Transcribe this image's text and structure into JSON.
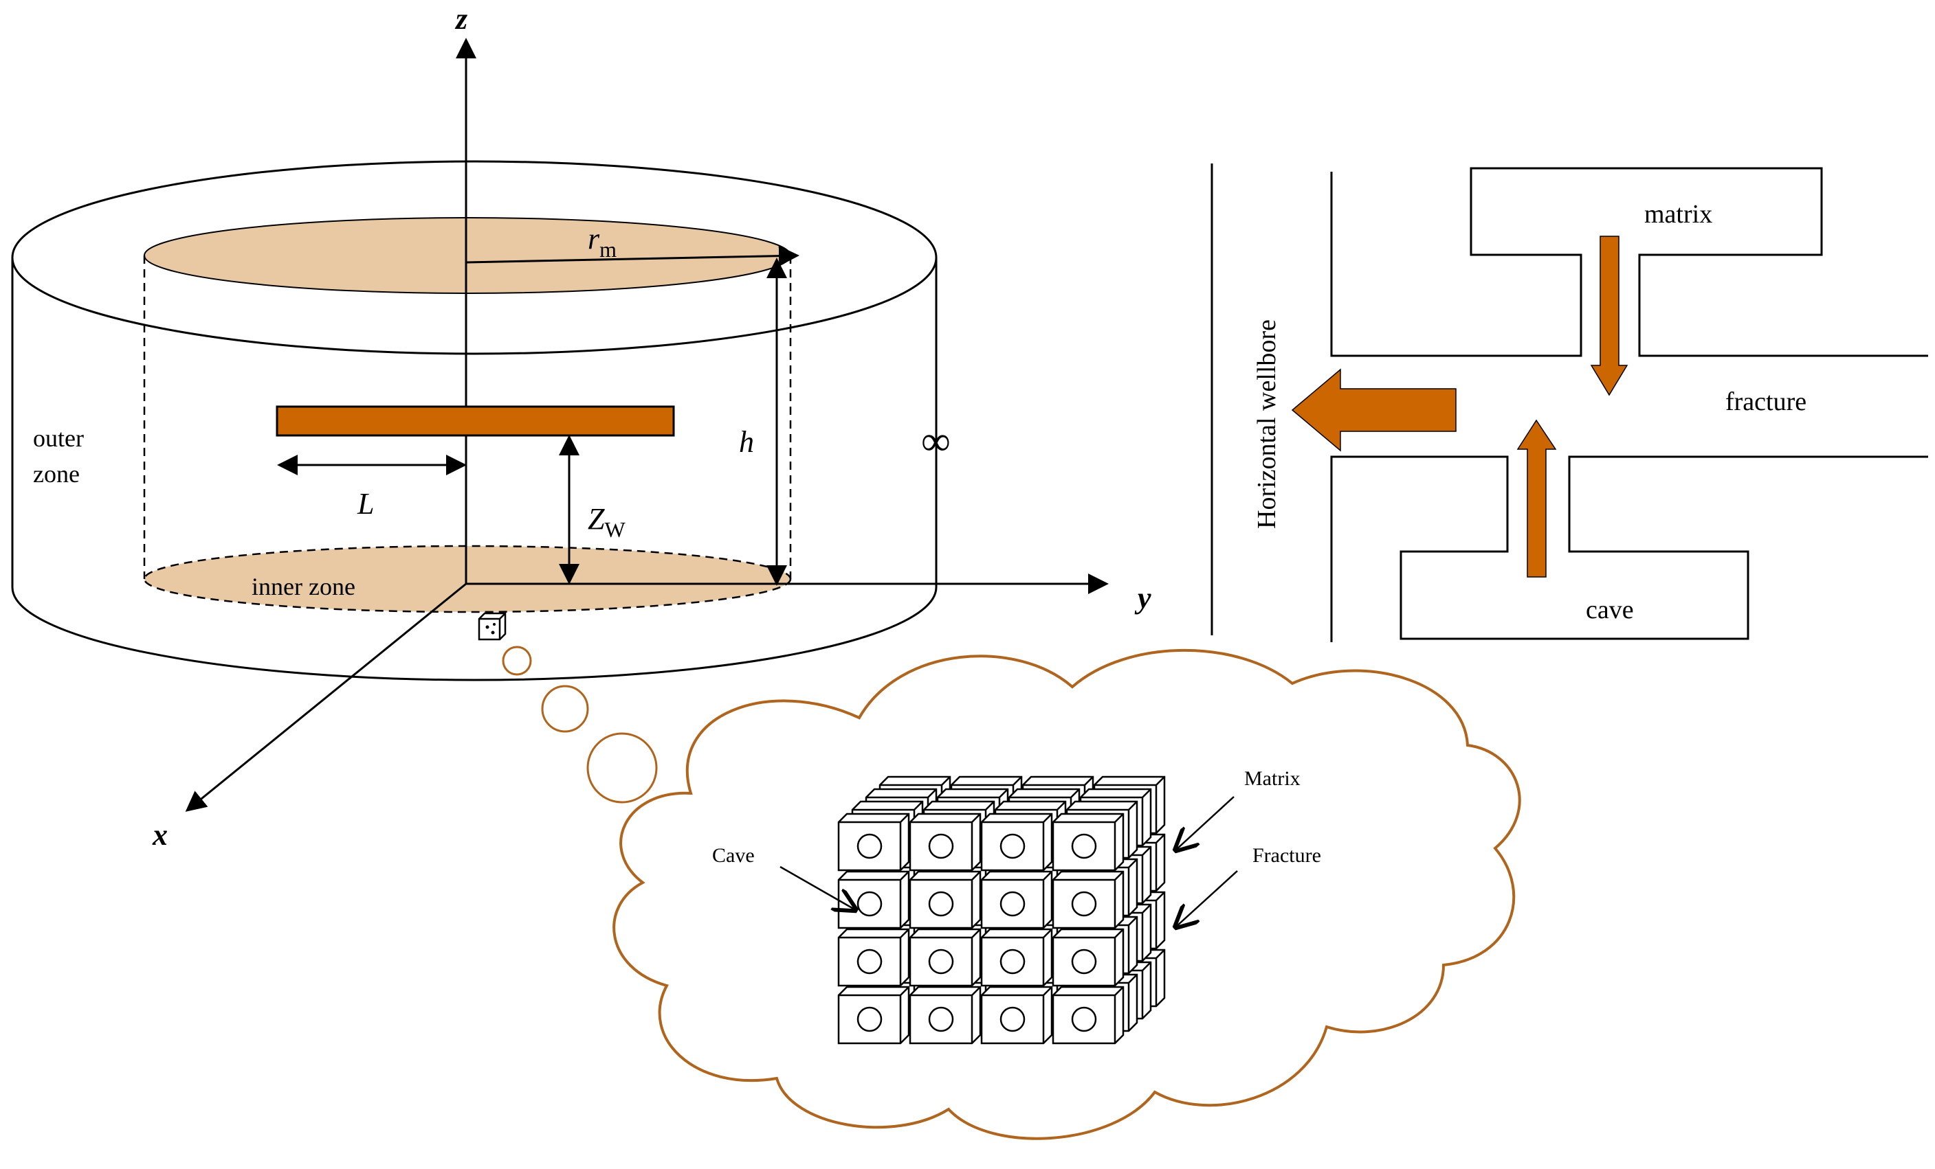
{
  "colors": {
    "well_orange": "#cc6600",
    "sand_fill": "#e8c9a4",
    "cloud_stroke": "#b0651e",
    "line": "#000000"
  },
  "axes": {
    "z": "z",
    "y": "y",
    "x": "x"
  },
  "reservoir": {
    "outer_zone_line1": "outer",
    "outer_zone_line2": "zone",
    "inner_zone": "inner zone",
    "radius_symbol": "r",
    "radius_subscript": "m",
    "height_symbol": "h",
    "half_length_symbol": "L",
    "well_height_symbol": "Z",
    "well_height_subscript": "W",
    "infinity_symbol": "∞"
  },
  "flow_scheme": {
    "wellbore_label": "Horizontal wellbore",
    "matrix_label": "matrix",
    "fracture_label": "fracture",
    "cave_label": "cave"
  },
  "cloud": {
    "cube_count_note": "4x4x4",
    "matrix_label": "Matrix",
    "fracture_label": "Fracture",
    "cave_label": "Cave"
  }
}
